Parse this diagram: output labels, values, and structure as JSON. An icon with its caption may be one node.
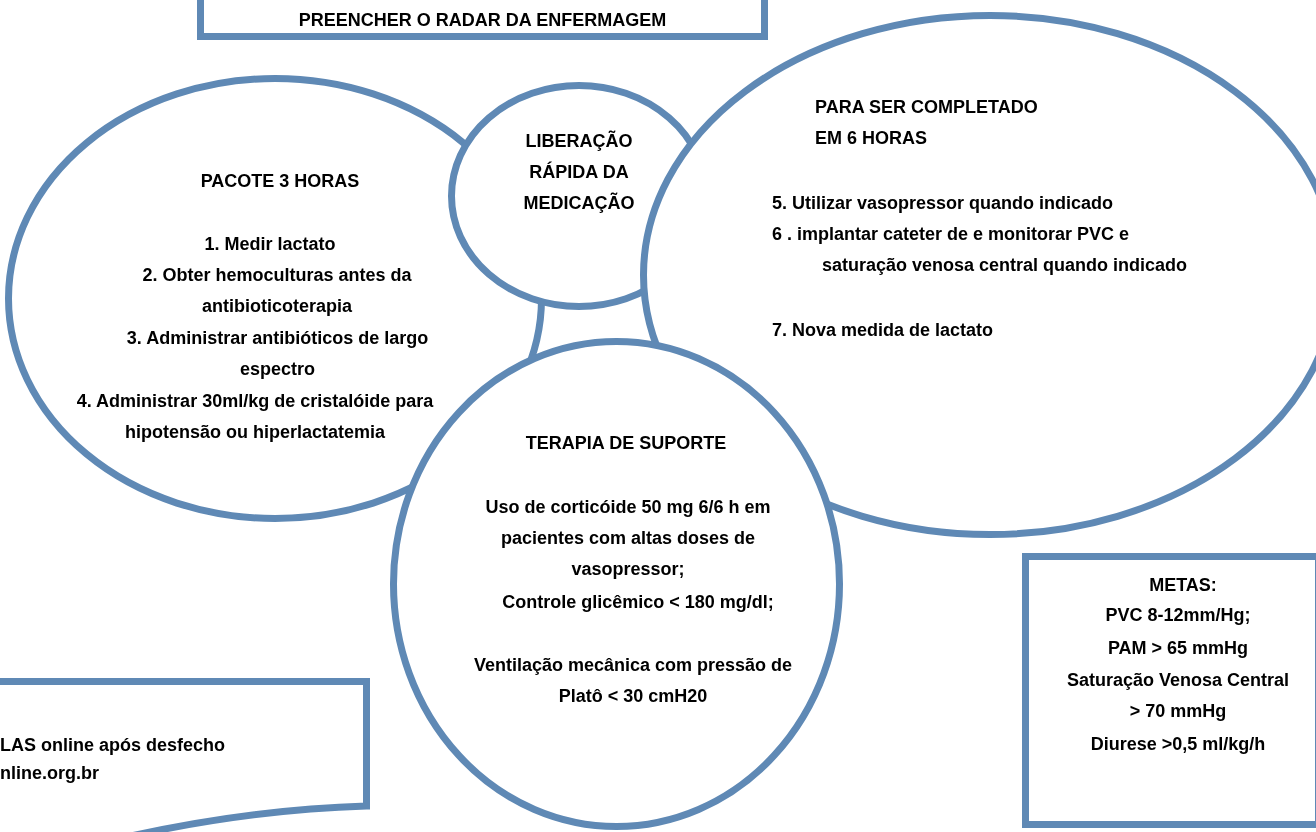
{
  "diagram": {
    "nodes": [
      {
        "text": [
          "PREENCHER O RADAR DA ENFERMAGEM"
        ]
      },
      {
        "text": [
          "PACOTE 3 HORAS",
          "1. Medir lactato",
          "2. Obter hemoculturas antes da antibioticoterapia",
          "3. Administrar antibióticos de largo espectro",
          "4. Administrar 30ml/kg de cristalóide para hipotensão ou hiperlactatemia"
        ]
      },
      {
        "text": [
          "LIBERAÇÃO RÁPIDA DA MEDICAÇÃO"
        ]
      },
      {
        "text": [
          "PARA SER COMPLETADO EM 6 HORAS",
          "5. Utilizar vasopressor quando indicado",
          "6 . implantar cateter de e monitorar PVC e saturação venosa central quando indicado",
          "7. Nova medida de lactato"
        ]
      },
      {
        "text": [
          "TERAPIA DE SUPORTE",
          "Uso de corticóide 50 mg 6/6 h em pacientes com altas doses de vasopressor;",
          "Controle glicêmico < 180 mg/dl;",
          "Ventilação mecânica com pressão de Platô < 30 cmH20"
        ]
      },
      {
        "text": [
          "LAS online após desfecho",
          "nline.org.br"
        ]
      },
      {
        "text": [
          "METAS:",
          "PVC 8-12mm/Hg;",
          "PAM > 65 mmHg",
          "Saturação Venosa Central > 70 mmHg",
          "Diurese >0,5 ml/kg/h"
        ]
      }
    ]
  }
}
